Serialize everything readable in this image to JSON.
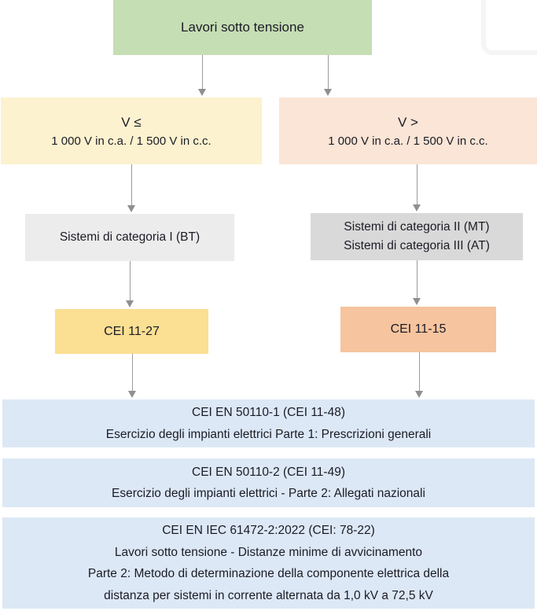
{
  "colors": {
    "root_green": "#c5deb4",
    "low_voltage_cream": "#fdf2cf",
    "high_voltage_peach": "#fae5d6",
    "system_gray_light": "#ececec",
    "system_gray_medium": "#d9d9d9",
    "standard_yellow": "#fbdf92",
    "standard_orange": "#f6c49e",
    "shared_standard_blue": "#dce8f5",
    "arrow_gray": "#8f8f8f",
    "text": "#1b1b26"
  },
  "flowchart": {
    "root": {
      "label": "Lavori sotto tensione"
    },
    "low_voltage_branch": {
      "condition_title": "V ≤",
      "condition_detail": "1 000 V in c.a. / 1 500 V in c.c.",
      "system_label": "Sistemi di categoria I (BT)",
      "standard_label": "CEI 11-27"
    },
    "high_voltage_branch": {
      "condition_title": "V >",
      "condition_detail": "1 000 V in c.a. / 1 500 V in c.c.",
      "system_label_line1": "Sistemi di categoria II (MT)",
      "system_label_line2": "Sistemi di categoria III (AT)",
      "standard_label": "CEI 11-15"
    },
    "shared_standards": [
      {
        "title": "CEI EN 50110-1 (CEI 11-48)",
        "details": [
          "Esercizio degli impianti elettrici Parte 1: Prescrizioni generali"
        ]
      },
      {
        "title": "CEI EN 50110-2 (CEI 11-49)",
        "details": [
          "Esercizio degli impianti elettrici - Parte 2: Allegati nazionali"
        ]
      },
      {
        "title": "CEI EN IEC 61472-2:2022 (CEI: 78-22)",
        "details": [
          "Lavori sotto tensione - Distanze minime di avvicinamento",
          "Parte 2: Metodo di determinazione della componente elettrica della",
          "distanza per sistemi in corrente alternata da 1,0 kV a 72,5 kV"
        ]
      }
    ]
  }
}
